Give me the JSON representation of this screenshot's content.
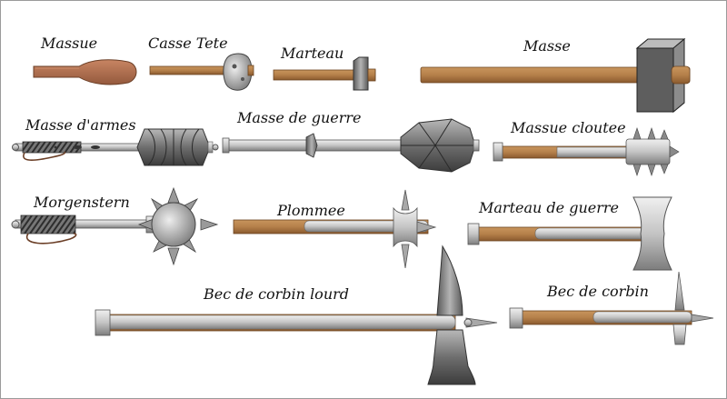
{
  "weapons": [
    {
      "id": "massue",
      "label": "Massue"
    },
    {
      "id": "casse-tete",
      "label": "Casse Tete"
    },
    {
      "id": "marteau",
      "label": "Marteau"
    },
    {
      "id": "masse",
      "label": "Masse"
    },
    {
      "id": "masse-d-armes",
      "label": "Masse d'armes"
    },
    {
      "id": "masse-de-guerre",
      "label": "Masse de guerre"
    },
    {
      "id": "massue-cloutee",
      "label": "Massue cloutee"
    },
    {
      "id": "morgenstern",
      "label": "Morgenstern"
    },
    {
      "id": "plommee",
      "label": "Plommee"
    },
    {
      "id": "marteau-de-guerre",
      "label": "Marteau de guerre"
    },
    {
      "id": "bec-de-corbin-lourd",
      "label": "Bec de corbin lourd"
    },
    {
      "id": "bec-de-corbin",
      "label": "Bec de corbin"
    }
  ],
  "colors": {
    "wood": "#b5804a",
    "wood_dark": "#8a5a2e",
    "massue_wood": "#b06f4f",
    "steel": "#c4c4c4",
    "steel_dark": "#7d7d7d",
    "iron": "#8a8a8a",
    "iron_dark": "#4a4a4a",
    "outline": "#333333"
  }
}
